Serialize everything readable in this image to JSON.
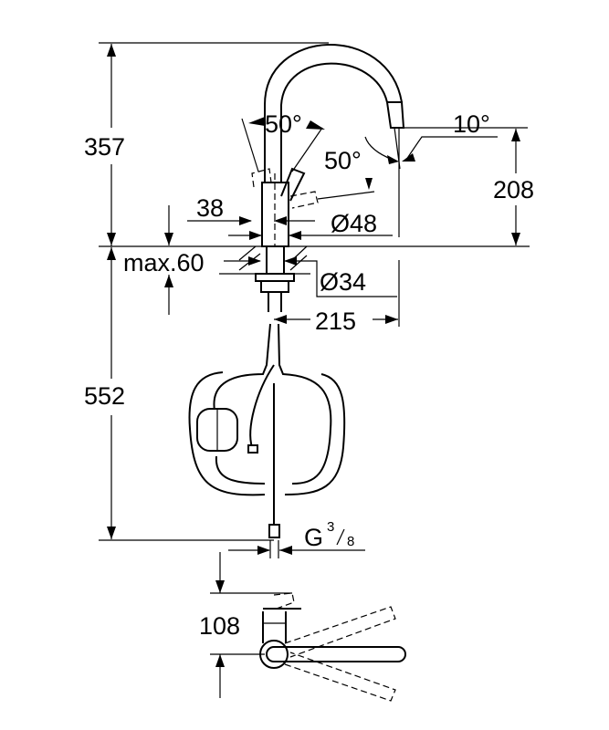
{
  "dimensions": {
    "total_height": "357",
    "under_counter": "552",
    "outlet_height": "208",
    "angle_lever_left": "50°",
    "angle_lever_right": "50°",
    "angle_spout": "10°",
    "lever_offset": "38",
    "body_diameter": "Ø48",
    "max_counter_thickness": "max.60",
    "hole_diameter": "Ø34",
    "reach": "215",
    "connection_g": "G",
    "connection_num": "3",
    "connection_den": "8",
    "lever_clearance": "108"
  }
}
